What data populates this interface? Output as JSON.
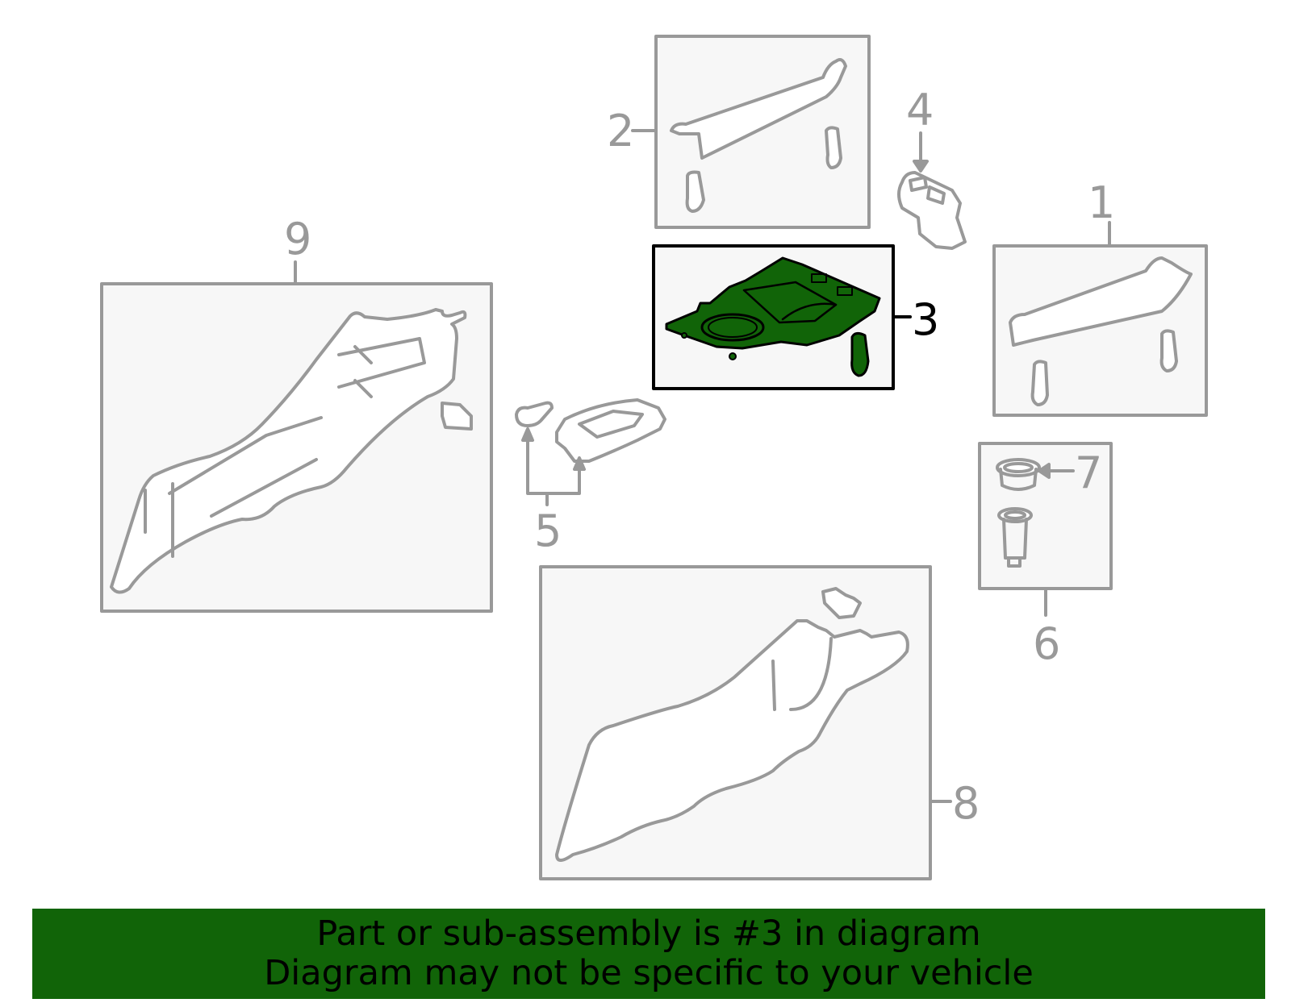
{
  "diagram": {
    "highlighted_part": "3",
    "colors": {
      "outline": "#999999",
      "box_fill": "#f7f7f7",
      "highlight_fill": "#116408",
      "highlight_outline": "#000000",
      "banner_bg": "#116408"
    },
    "callouts": [
      {
        "id": "1",
        "label": "1"
      },
      {
        "id": "2",
        "label": "2"
      },
      {
        "id": "3",
        "label": "3"
      },
      {
        "id": "4",
        "label": "4"
      },
      {
        "id": "5",
        "label": "5"
      },
      {
        "id": "6",
        "label": "6"
      },
      {
        "id": "7",
        "label": "7"
      },
      {
        "id": "8",
        "label": "8"
      },
      {
        "id": "9",
        "label": "9"
      }
    ]
  },
  "banner": {
    "line1": "Part or sub-assembly is #3 in diagram",
    "line2": "Diagram may not be specific to your vehicle"
  }
}
